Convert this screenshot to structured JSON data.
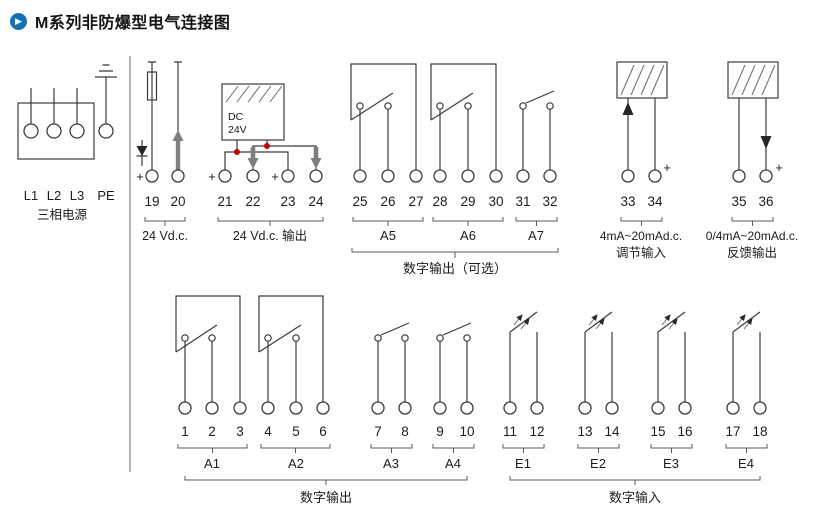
{
  "title": "M系列非防爆型电气连接图",
  "title_icon_glyph": "▶",
  "plus_sign": "+",
  "power_block": {
    "terminal_labels": [
      "L1",
      "L2",
      "L3",
      "PE"
    ],
    "caption": "三相电源"
  },
  "dc_supply_box": {
    "line1": "DC",
    "line2": "24V"
  },
  "top_row": {
    "numbers": [
      "19",
      "20",
      "21",
      "22",
      "23",
      "24",
      "25",
      "26",
      "27",
      "28",
      "29",
      "30",
      "31",
      "32",
      "33",
      "34",
      "35",
      "36"
    ],
    "group_labels": {
      "supply": "24 Vd.c.",
      "supply_output": "24 Vd.c. 输出",
      "a5": "A5",
      "a6": "A6",
      "a7": "A7",
      "digital_output_optional": "数字输出（可选）",
      "regulating_input_line1": "4mA~20mAd.c.",
      "regulating_input_line2": "调节输入",
      "feedback_output_line1": "0/4mA~20mAd.c.",
      "feedback_output_line2": "反馈输出"
    }
  },
  "bottom_row": {
    "numbers": [
      "1",
      "2",
      "3",
      "4",
      "5",
      "6",
      "7",
      "8",
      "9",
      "10",
      "11",
      "12",
      "13",
      "14",
      "15",
      "16",
      "17",
      "18"
    ],
    "group_labels": [
      "A1",
      "A2",
      "A3",
      "A4",
      "E1",
      "E2",
      "E3",
      "E4"
    ],
    "digital_output": "数字输出",
    "digital_input": "数字输入"
  }
}
